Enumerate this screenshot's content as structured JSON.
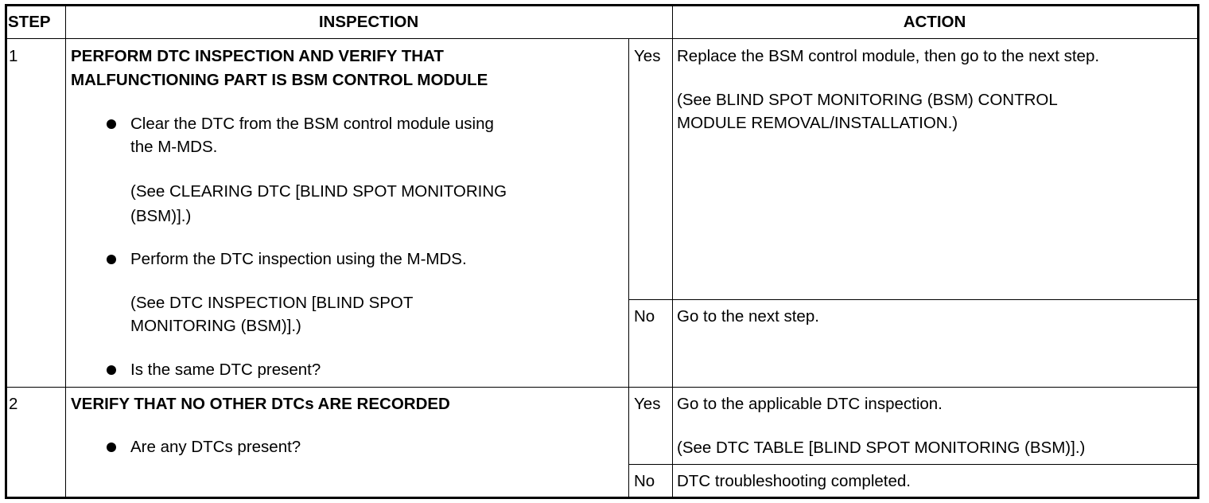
{
  "header": {
    "step": "STEP",
    "inspection": "INSPECTION",
    "action": "ACTION"
  },
  "rows": [
    {
      "step": "1",
      "title": [
        "PERFORM DTC INSPECTION AND VERIFY THAT",
        "MALFUNCTIONING PART IS BSM CONTROL MODULE"
      ],
      "items": [
        {
          "text": [
            "Clear the DTC from the BSM control module using",
            "the M-MDS."
          ],
          "ref": [
            "(See CLEARING DTC [BLIND SPOT MONITORING",
            "(BSM)].)"
          ]
        },
        {
          "text": [
            "Perform the DTC inspection using the M-MDS."
          ],
          "ref": [
            "(See DTC INSPECTION [BLIND SPOT",
            "MONITORING (BSM)].)"
          ]
        },
        {
          "text": [
            "Is the same DTC present?"
          ]
        }
      ],
      "yes": {
        "label": "Yes",
        "text": "Replace the BSM control module, then go to the next step.",
        "ref": [
          "(See BLIND SPOT MONITORING (BSM) CONTROL",
          "MODULE REMOVAL/INSTALLATION.)"
        ]
      },
      "no": {
        "label": "No",
        "text": "Go to the next step."
      }
    },
    {
      "step": "2",
      "title": [
        "VERIFY THAT NO OTHER DTCs ARE RECORDED"
      ],
      "items": [
        {
          "text": [
            "Are any DTCs present?"
          ]
        }
      ],
      "yes": {
        "label": "Yes",
        "text": "Go to the applicable DTC inspection.",
        "ref": [
          "(See DTC TABLE [BLIND SPOT MONITORING (BSM)].)"
        ]
      },
      "no": {
        "label": "No",
        "text": "DTC troubleshooting completed."
      }
    }
  ]
}
